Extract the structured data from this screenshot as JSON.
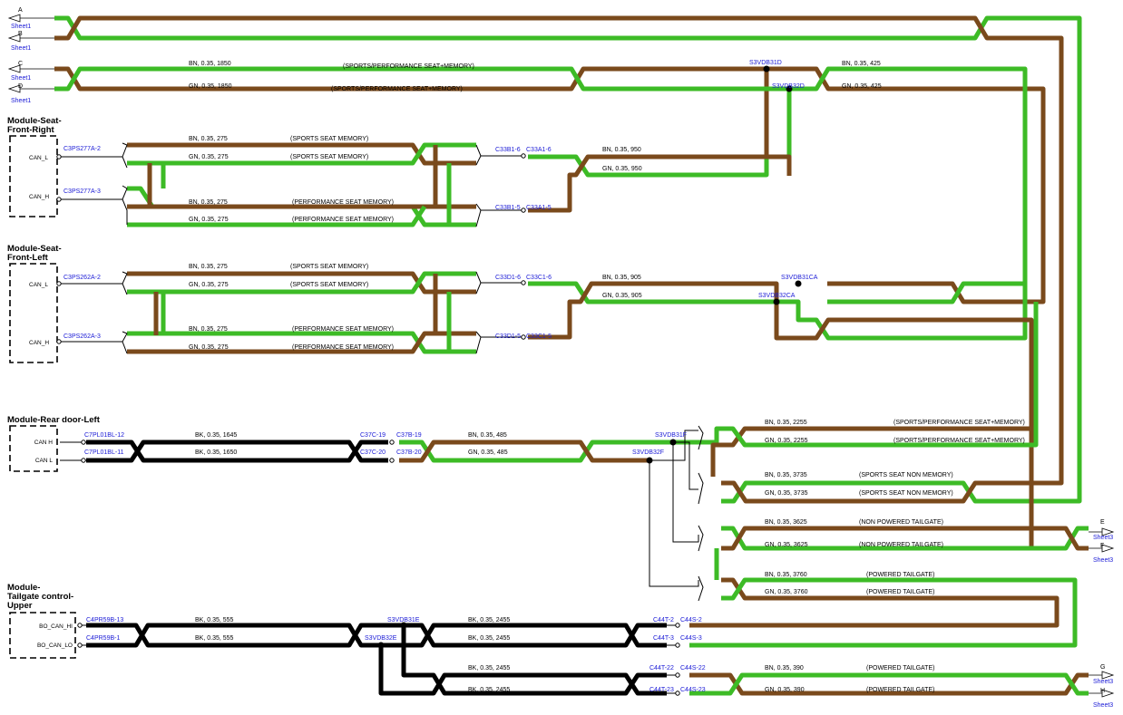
{
  "sheets": {
    "A": "A",
    "B": "B",
    "C": "C",
    "D": "D",
    "E": "E",
    "F": "F",
    "G": "G",
    "H": "H",
    "sheet1": "Sheet1",
    "sheet3": "Sheet3"
  },
  "modules": {
    "seat_fr_1": "Module-Seat-",
    "seat_fr_2": "Front-Right",
    "seat_fl_1": "Module-Seat-",
    "seat_fl_2": "Front-Left",
    "rear_door": "Module-Rear door-Left",
    "tailgate_1": "Module-",
    "tailgate_2": "Tailgate control-",
    "tailgate_3": "Upper"
  },
  "pins": {
    "fr_can_l": "CAN_L",
    "fr_can_h": "CAN_H",
    "fl_can_l": "CAN_L",
    "fl_can_h": "CAN_H",
    "rd_can_h": "CAN H",
    "rd_can_l": "CAN L",
    "tg_hi": "BO_CAN_HI",
    "tg_lo": "BO_CAN_LO"
  },
  "connectors": {
    "c3ps277a2": "C3PS277A-2",
    "c3ps277a3": "C3PS277A-3",
    "c33b16": "C33B1-6",
    "c33a16": "C33A1-6",
    "c33b15": "C33B1-5",
    "c33a15": "C33A1-5",
    "c3ps262a2": "C3PS262A-2",
    "c3ps262a3": "C3PS262A-3",
    "c33d16": "C33D1-6",
    "c33c16": "C33C1-6",
    "c33d15": "C33D1-5",
    "c33c15": "C33C1-5",
    "c7pl12": "C7PL01BL-12",
    "c7pl11": "C7PL01BL-11",
    "c37c19": "C37C-19",
    "c37b19": "C37B-19",
    "c37c20": "C37C-20",
    "c37b20": "C37B-20",
    "c4pr13": "C4PR59B-13",
    "c4pr1": "C4PR59B-1",
    "c44t2": "C44T-2",
    "c44s2": "C44S-2",
    "c44t3": "C44T-3",
    "c44s3": "C44S-3",
    "c44t22": "C44T-22",
    "c44s22": "C44S-22",
    "c44t23": "C44T-23",
    "c44s23": "C44S-23"
  },
  "splices": {
    "s31d": "S3VDB31D",
    "s32d": "S3VDB32D",
    "s31ca": "S3VDB31CA",
    "s32ca": "S3VDB32CA",
    "s31f": "S3VDB31F",
    "s32f": "S3VDB32F",
    "s31e": "S3VDB31E",
    "s32e": "S3VDB32E"
  },
  "wires": {
    "bn1850": "BN,  0.35,  1850",
    "gn1850": "GN,  0.35,  1850",
    "bn425": "BN,  0.35,  425",
    "gn425": "GN,  0.35,  425",
    "bn275": "BN,  0.35,  275",
    "gn275": "GN,  0.35,  275",
    "bn950": "BN,  0.35,  950",
    "gn950": "GN,  0.35,  950",
    "bn905": "BN,  0.35,  905",
    "gn905": "GN,  0.35,  905",
    "bk1645": "BK,  0.35,  1645",
    "bk1650": "BK,  0.35,  1650",
    "bn485": "BN,  0.35,  485",
    "gn485": "GN,  0.35,  485",
    "bn2255": "BN,  0.35,  2255",
    "gn2255": "GN,  0.35,  2255",
    "bn3735": "BN,  0.35,  3735",
    "gn3735": "GN,  0.35,  3735",
    "bn3625": "BN,  0.35,  3625",
    "gn3625": "GN,  0.35,  3625",
    "bn3760": "BN,  0.35,  3760",
    "gn3760": "GN,  0.35,  3760",
    "bk555": "BK,  0.35,  555",
    "bk2455": "BK,  0.35,  2455",
    "bn390": "BN,  0.35,  390",
    "gn390": "GN,  0.35,  390"
  },
  "notes": {
    "sports_perf_mem_upper": "(SPORTS/PERFORMANCE SEAT+MEMORY)",
    "sports_perf_mem": "(SPORTS/PERFORMANCE SEAT+MEMORY)",
    "sports_mem": "(SPORTS SEAT MEMORY)",
    "perf_mem": "(PERFORMANCE SEAT MEMORY)",
    "sports_non_mem": "(SPORTS SEAT NON MEMORY)",
    "non_powered_tg": "(NON POWERED TAILGATE)",
    "powered_tg": "(POWERED TAILGATE)"
  }
}
